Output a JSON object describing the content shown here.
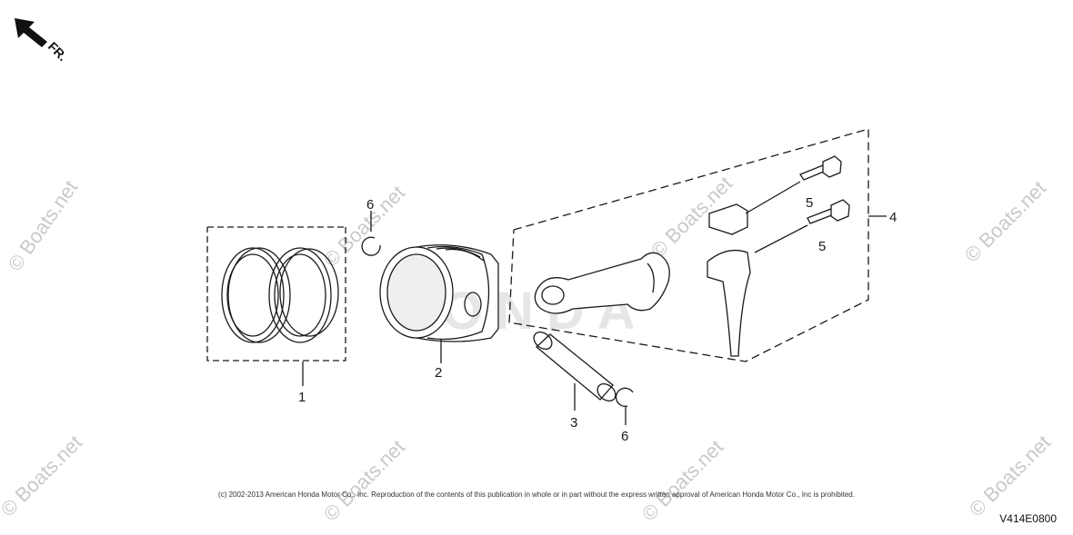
{
  "orientation_label": "FR.",
  "watermark": "© Boats.net",
  "brand_watermark": "HONDA",
  "callouts": {
    "piston_rings": "1",
    "piston": "2",
    "piston_pin": "3",
    "connecting_rod_set": "4",
    "rod_bolt_upper": "5",
    "rod_bolt_lower": "5",
    "clip_upper": "6",
    "clip_lower": "6"
  },
  "copyright": "(c) 2002-2013 American Honda Motor Co., Inc. Reproduction of the contents of this publication in whole or in part without the express written approval of American Honda Motor Co., Inc is prohibited.",
  "diagram_code": "V414E0800",
  "colors": {
    "line": "#1a1a1a",
    "watermark": "#c9c9c9"
  }
}
